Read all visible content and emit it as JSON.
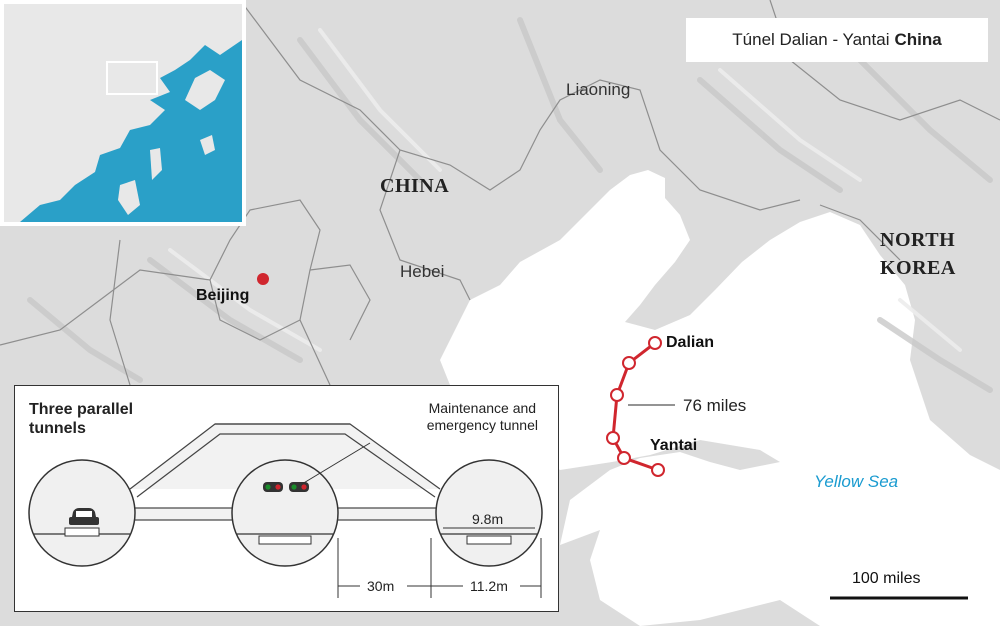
{
  "title": {
    "prefix": "Túnel Dalian - Yantai",
    "bold": "China"
  },
  "map": {
    "regions": {
      "liaoning": "Liaoning",
      "hebei": "Hebei",
      "china": "CHINA",
      "north_korea_line1": "NORTH",
      "north_korea_line2": "KOREA",
      "yellow_sea": "Yellow Sea"
    },
    "cities": {
      "beijing": "Beijing",
      "dalian": "Dalian",
      "yantai": "Yantai"
    },
    "tunnel_length": "76 miles",
    "scale_label": "100 miles",
    "colors": {
      "land": "#dcdcdc",
      "sea": "#ffffff",
      "route": "#d0262e",
      "inset_sea": "#2aa0c8",
      "sea_label": "#1a9bd0"
    }
  },
  "diagram": {
    "title_line1": "Three parallel",
    "title_line2": "tunnels",
    "service_line1": "Maintenance and",
    "service_line2": "emergency tunnel",
    "width_label": "9.8m",
    "spacing_label": "30m",
    "span_label": "11.2m"
  }
}
